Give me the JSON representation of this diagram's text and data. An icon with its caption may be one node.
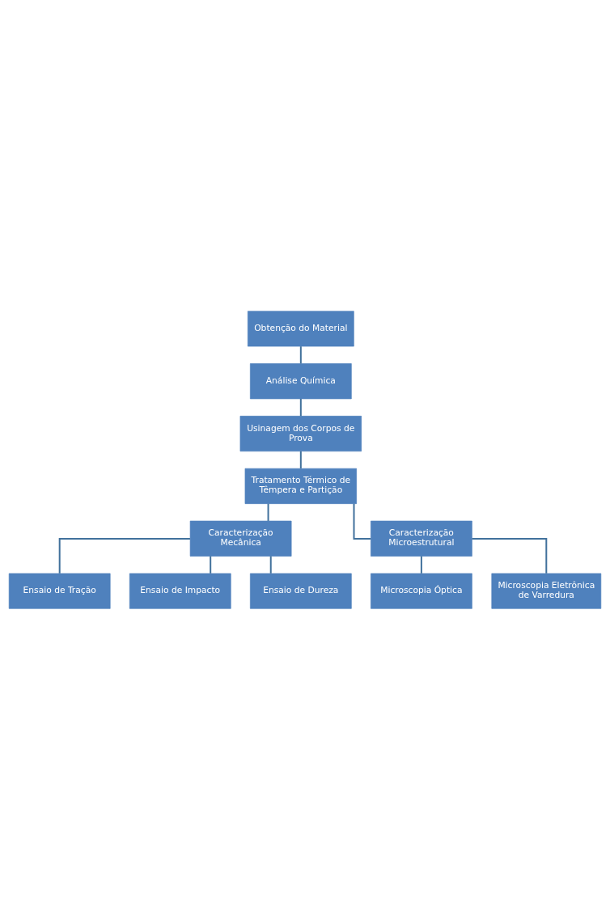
{
  "diagram": {
    "nodes": [
      {
        "text": [
          "Obtenção do Material"
        ]
      },
      {
        "text": [
          "Análise Química"
        ]
      },
      {
        "text": [
          "Usinagem dos Corpos de Prova"
        ]
      },
      {
        "text": [
          "Tratamento Térmico de Têmpera e Partição"
        ]
      },
      {
        "text": [
          "Caracterização Mecânica"
        ]
      },
      {
        "text": [
          "Caracterização Microestrutural"
        ]
      },
      {
        "text": [
          "Ensaio de Tração"
        ]
      },
      {
        "text": [
          "Ensaio de Impacto"
        ]
      },
      {
        "text": [
          "Ensaio de Dureza"
        ]
      },
      {
        "text": [
          "Microscopia Óptica"
        ]
      },
      {
        "text": [
          "Microscopia Eletrônica de Varredura"
        ]
      }
    ],
    "edges": [
      {
        "from": 0,
        "to": 1,
        "arrow": "none"
      },
      {
        "from": 1,
        "to": 2,
        "arrow": "none"
      },
      {
        "from": 2,
        "to": 3,
        "arrow": "none"
      },
      {
        "from": 3,
        "to": 4,
        "arrow": "none"
      },
      {
        "from": 3,
        "to": 5,
        "arrow": "none"
      },
      {
        "from": 4,
        "to": 6,
        "arrow": "none"
      },
      {
        "from": 4,
        "to": 7,
        "arrow": "none"
      },
      {
        "from": 4,
        "to": 8,
        "arrow": "none"
      },
      {
        "from": 5,
        "to": 9,
        "arrow": "none"
      },
      {
        "from": 5,
        "to": 10,
        "arrow": "none"
      }
    ]
  }
}
